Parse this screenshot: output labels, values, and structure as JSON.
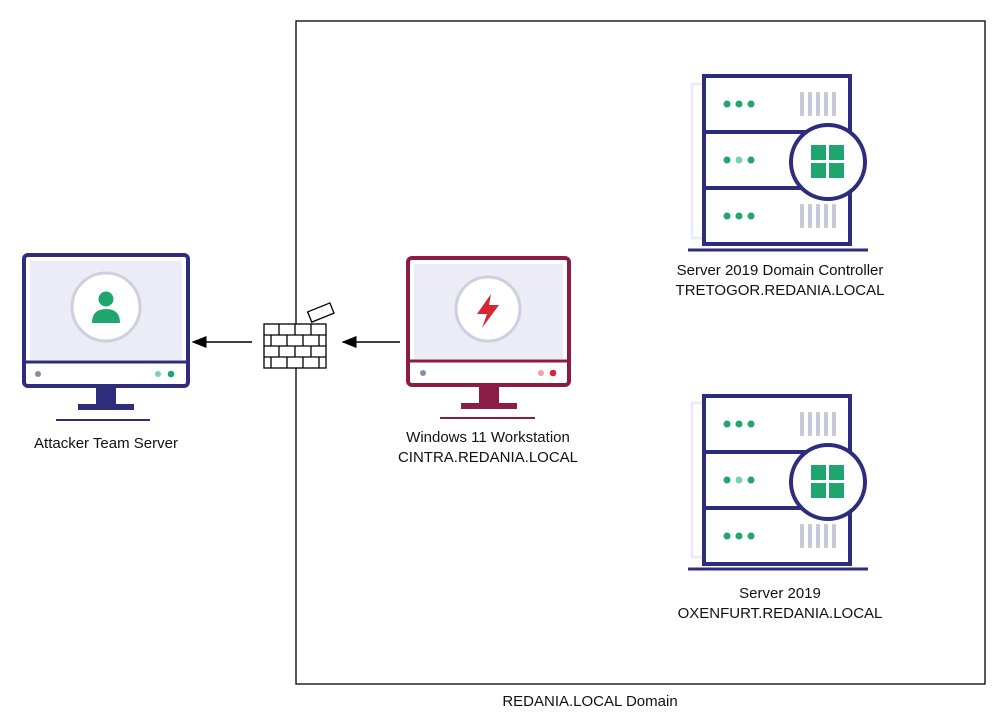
{
  "diagram": {
    "domain_box_label": "REDANIA.LOCAL Domain",
    "nodes": {
      "attacker": {
        "line1": "Attacker Team Server",
        "icon": "user-icon",
        "accent": "#1fa66e"
      },
      "workstation": {
        "line1": "Windows 11 Workstation",
        "line2": "CINTRA.REDANIA.LOCAL",
        "icon": "lightning-icon",
        "accent": "#d62633"
      },
      "dc": {
        "line1": "Server 2019 Domain Controller",
        "line2": "TRETOGOR.REDANIA.LOCAL",
        "icon": "windows-logo-icon",
        "accent": "#1fa66e"
      },
      "server": {
        "line1": "Server 2019",
        "line2": "OXENFURT.REDANIA.LOCAL",
        "icon": "windows-logo-icon",
        "accent": "#1fa66e"
      }
    },
    "firewall": {
      "icon": "firewall-icon"
    },
    "edges": [
      {
        "from": "workstation",
        "to": "firewall"
      },
      {
        "from": "firewall",
        "to": "attacker"
      }
    ],
    "colors": {
      "navy": "#2e2c7d",
      "maroon": "#8b1d45",
      "screen_fill": "#ececf6",
      "green": "#1fa66e",
      "red": "#d62633"
    }
  }
}
